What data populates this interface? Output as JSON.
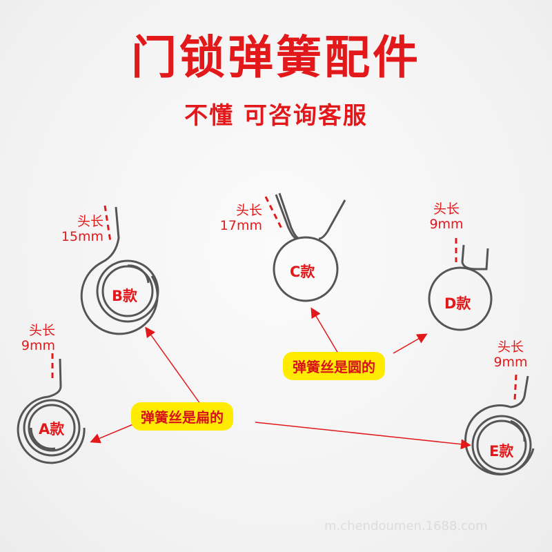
{
  "title": "门锁弹簧配件",
  "subtitle": "不懂 可咨询客服",
  "springs": {
    "a": {
      "code": "A款",
      "label": "头长",
      "length": "9mm"
    },
    "b": {
      "code": "B款",
      "label": "头长",
      "length": "15mm"
    },
    "c": {
      "code": "C款",
      "label": "头长",
      "length": "17mm"
    },
    "d": {
      "code": "D款",
      "label": "头长",
      "length": "9mm"
    },
    "e": {
      "code": "E款",
      "label": "头长",
      "length": "9mm"
    }
  },
  "tags": {
    "flat": "弹簧丝是扁的",
    "round": "弹簧丝是圆的"
  },
  "watermark": "m.chendoumen.1688.com"
}
